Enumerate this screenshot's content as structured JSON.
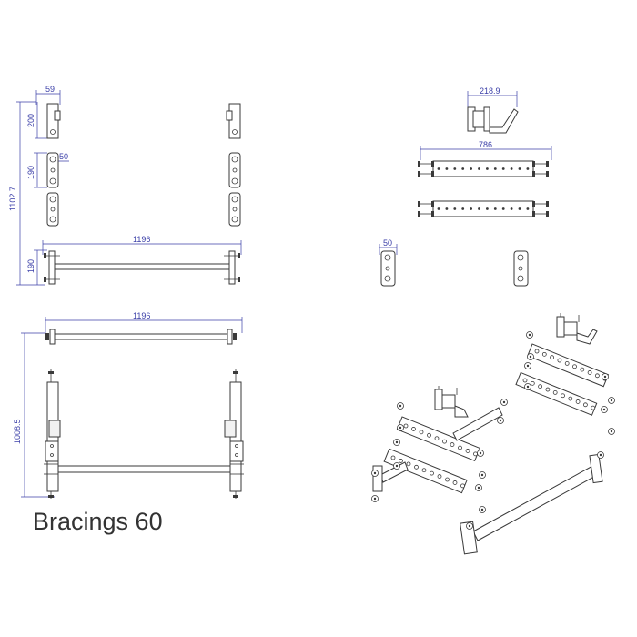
{
  "caption": "Bracings 60",
  "dimensions": {
    "d59": "59",
    "d200": "200",
    "d1102": "1102.7",
    "d50a": "50",
    "d190a": "190",
    "d1196a": "1196",
    "d190b": "190",
    "d2189": "218.9",
    "d786": "786",
    "d50b": "50",
    "d1196b": "1196",
    "d1008": "1008.5"
  },
  "colors": {
    "dimension": "#3b3fa8",
    "line": "#3a3a3a"
  }
}
